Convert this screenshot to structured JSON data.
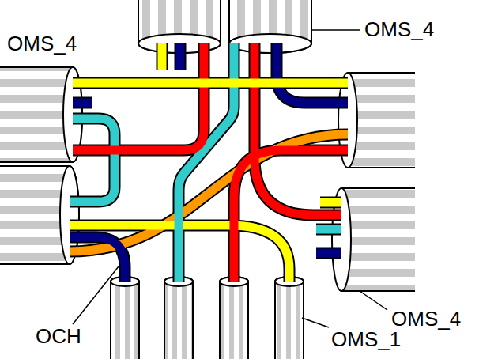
{
  "diagram": {
    "labels": [
      "OMS_4",
      "OMS_4",
      "OCH",
      "OMS_4",
      "OMS_1"
    ]
  }
}
